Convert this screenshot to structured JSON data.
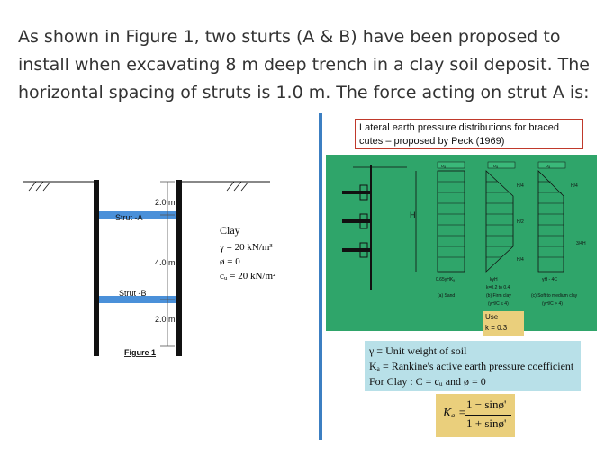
{
  "question": {
    "text": "As shown in Figure 1, two sturts (A & B) have been proposed to install when excavating 8 m deep trench in a clay soil deposit. The horizontal spacing of struts is 1.0 m. The force acting on strut A is:"
  },
  "figure1": {
    "caption": "Figure 1",
    "dim_top": "2.0 m",
    "dim_middle": "4.0 m",
    "dim_bottom": "2.0 m",
    "strut_a": "Strut -A",
    "strut_b": "Strut -B",
    "soil_name": "Clay",
    "gamma": "γ = 20 kN/m³",
    "phi": "ø = 0",
    "cu": "cᵤ = 20 kN/m²"
  },
  "peck": {
    "title": "Lateral earth pressure distributions for braced cutes – proposed by Peck (1969)",
    "label_H": "H",
    "label_H4_a": "H/4",
    "label_H2": "H/2",
    "label_H4_b": "H/4",
    "label_H4_c": "H/4",
    "label_3H4": "3/4H",
    "sigma_a": "σₐ",
    "sand_value": "0.65γHKₐ",
    "sand_caption": "(a) Sand",
    "firm_value": "kγH",
    "firm_k": "k=0.2 to 0.4",
    "firm_caption": "(b) Firm clay",
    "firm_cond": "(γH/C ≤ 4)",
    "soft_value": "γH - 4C",
    "soft_caption": "(c) Soft to medium clay",
    "soft_cond": "(γH/C > 4)",
    "use_label": "Use",
    "use_value": "k = 0.3"
  },
  "notes": {
    "line1": "γ = Unit weight of soil",
    "line2": "Kₐ = Rankine's active earth pressure coefficient",
    "line3": "For Clay : C = cᵤ and ø = 0"
  },
  "formula": {
    "lhs": "Kₐ =",
    "numerator": "1 − sinø'",
    "denominator": "1 + sinø'"
  },
  "colors": {
    "strut": "#4a90d9",
    "wall": "#111111",
    "panel": "#2fa56a",
    "accent": "#3c7fc2",
    "use_bg": "#eacf7c",
    "notes_bg": "#b8e0e8"
  }
}
